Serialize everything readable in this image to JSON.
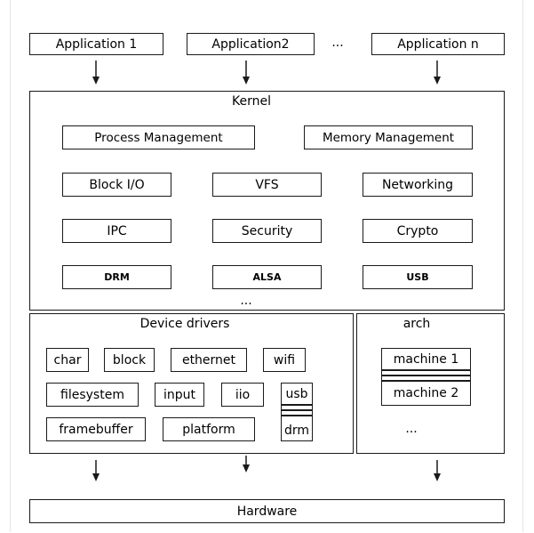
{
  "applications": [
    "Application 1",
    "Application2",
    "Application n"
  ],
  "app_ellipsis": "...",
  "kernel": {
    "title": "Kernel",
    "components": {
      "process": "Process Management",
      "memory": "Memory Management",
      "block_io": "Block I/O",
      "vfs": "VFS",
      "networking": "Networking",
      "ipc": "IPC",
      "security": "Security",
      "crypto": "Crypto",
      "drm": "DRM",
      "alsa": "ALSA",
      "usb": "USB"
    },
    "ellipsis": "..."
  },
  "device_drivers": {
    "title": "Device drivers",
    "items": {
      "char": "char",
      "block": "block",
      "ethernet": "ethernet",
      "wifi": "wifi",
      "filesystem": "filesystem",
      "input": "input",
      "iio": "iio",
      "usb": "usb",
      "drm": "drm",
      "framebuffer": "framebuffer",
      "platform": "platform"
    }
  },
  "arch": {
    "title": "arch",
    "machines": [
      "machine 1",
      "machine 2"
    ],
    "ellipsis": "..."
  },
  "hardware": "Hardware"
}
